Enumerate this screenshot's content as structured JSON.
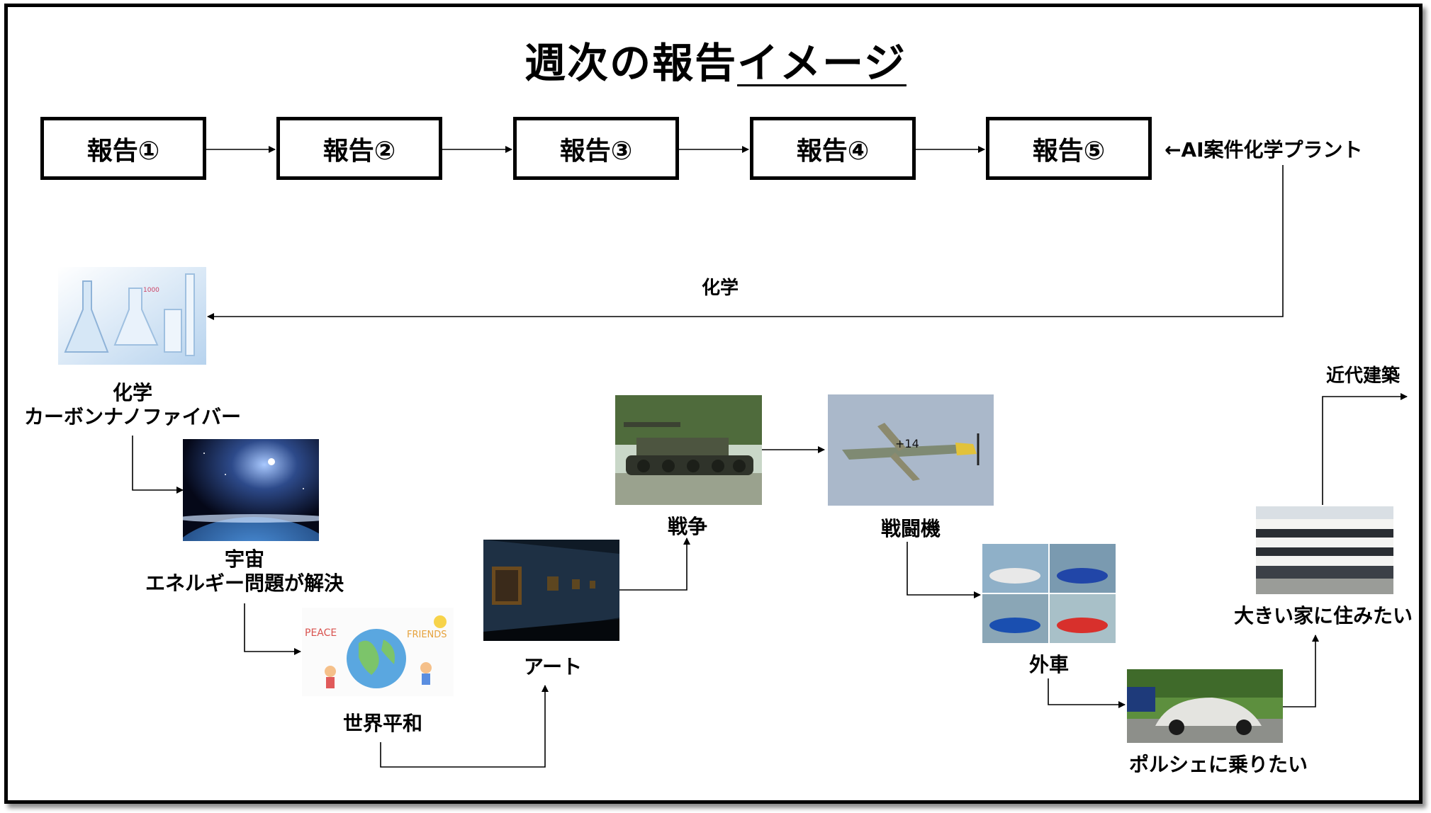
{
  "title": {
    "main": "週次の報告",
    "underlined": "イメージ"
  },
  "reports": [
    "報告①",
    "報告②",
    "報告③",
    "報告④",
    "報告⑤"
  ],
  "side_note": "←AI案件化学プラント",
  "edge_label": "化学",
  "nodes": {
    "chemistry": [
      "化学",
      "カーボンナノファイバー"
    ],
    "space": [
      "宇宙",
      "エネルギー問題が解決"
    ],
    "peace": "世界平和",
    "art": "アート",
    "war": "戦争",
    "fighter": "戦闘機",
    "cars": "外車",
    "porsche": "ポルシェに乗りたい",
    "house": "大きい家に住みたい",
    "architecture": "近代建築"
  },
  "image_text": {
    "peace_left": "PEACE",
    "peace_right": "FRIENDS"
  },
  "colors": {
    "line": "#000000",
    "text": "#000000"
  }
}
